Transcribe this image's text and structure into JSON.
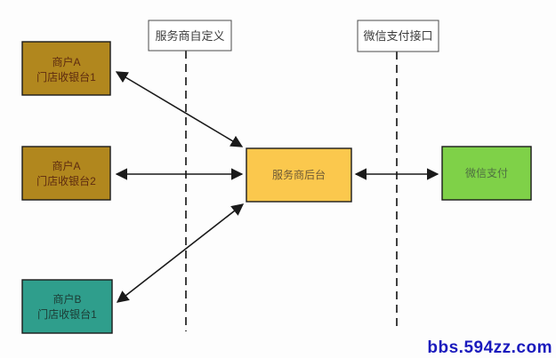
{
  "diagram": {
    "title_semantic": "service-provider-wechat-pay-architecture",
    "lanes": [
      {
        "label": "服务商自定义"
      },
      {
        "label": "微信支付接口"
      }
    ],
    "nodes": {
      "merchant_a1": {
        "line1": "商户A",
        "line2": "门店收银台1",
        "fill": "#b1871e",
        "text_color": "#5e2b10"
      },
      "merchant_a2": {
        "line1": "商户A",
        "line2": "门店收银台2",
        "fill": "#b1871e",
        "text_color": "#5e2b10"
      },
      "merchant_b1": {
        "line1": "商户B",
        "line2": "门店收银台1",
        "fill": "#2f9e8c",
        "text_color": "#1c3a33"
      },
      "service_backend": {
        "label": "服务商后台",
        "fill": "#fbc84d",
        "text_color": "#6e5a35"
      },
      "wechat_pay": {
        "label": "微信支付",
        "fill": "#7fd148",
        "text_color": "#4f7042"
      }
    },
    "edges": [
      {
        "from": "merchant_a1",
        "to": "service_backend",
        "type": "bidirectional"
      },
      {
        "from": "merchant_a2",
        "to": "service_backend",
        "type": "bidirectional"
      },
      {
        "from": "merchant_b1",
        "to": "service_backend",
        "type": "bidirectional"
      },
      {
        "from": "service_backend",
        "to": "wechat_pay",
        "type": "bidirectional"
      }
    ],
    "colors": {
      "edge_stroke": "#1a1a1a",
      "lane_text": "#3c3c3c",
      "watermark": "#1b1bbd"
    },
    "watermark": {
      "text": "bbs.594zz.com"
    }
  }
}
